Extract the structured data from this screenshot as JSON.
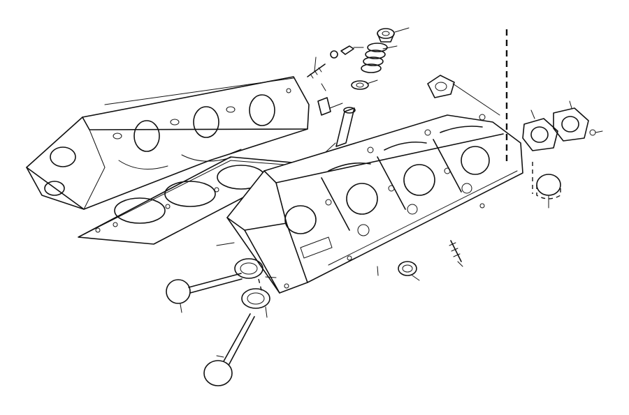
{
  "diagram": {
    "type": "exploded-parts-view",
    "components": [
      {
        "id": "upper-cylinder-head",
        "icon": "cylinder-head-icon"
      },
      {
        "id": "head-gasket",
        "icon": "gasket-icon"
      },
      {
        "id": "lower-cylinder-head",
        "icon": "cylinder-head-icon"
      },
      {
        "id": "valve-spring-retainer",
        "icon": "retainer-icon"
      },
      {
        "id": "valve-spring",
        "icon": "spring-icon"
      },
      {
        "id": "valve-seal",
        "icon": "seal-icon"
      },
      {
        "id": "valve-guide",
        "icon": "guide-icon"
      },
      {
        "id": "stud",
        "icon": "stud-icon"
      },
      {
        "id": "cover-plate-gaskets",
        "icon": "gasket-icon"
      },
      {
        "id": "expansion-plug",
        "icon": "plug-icon"
      },
      {
        "id": "intake-valve",
        "icon": "valve-icon"
      },
      {
        "id": "exhaust-valve",
        "icon": "valve-icon"
      },
      {
        "id": "valve-seat-inserts",
        "icon": "seat-insert-icon"
      }
    ],
    "callout_count": 22
  }
}
